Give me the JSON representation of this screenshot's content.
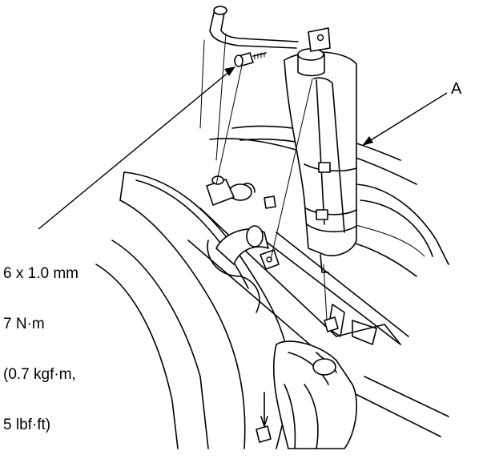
{
  "callouts": {
    "part_label": "A",
    "bolt_spec": {
      "size": "6 x 1.0 mm",
      "torque_nm": "7 N·m",
      "torque_kgf": "(0.7 kgf·m,",
      "torque_lbf": "5 lbf·ft)"
    }
  }
}
